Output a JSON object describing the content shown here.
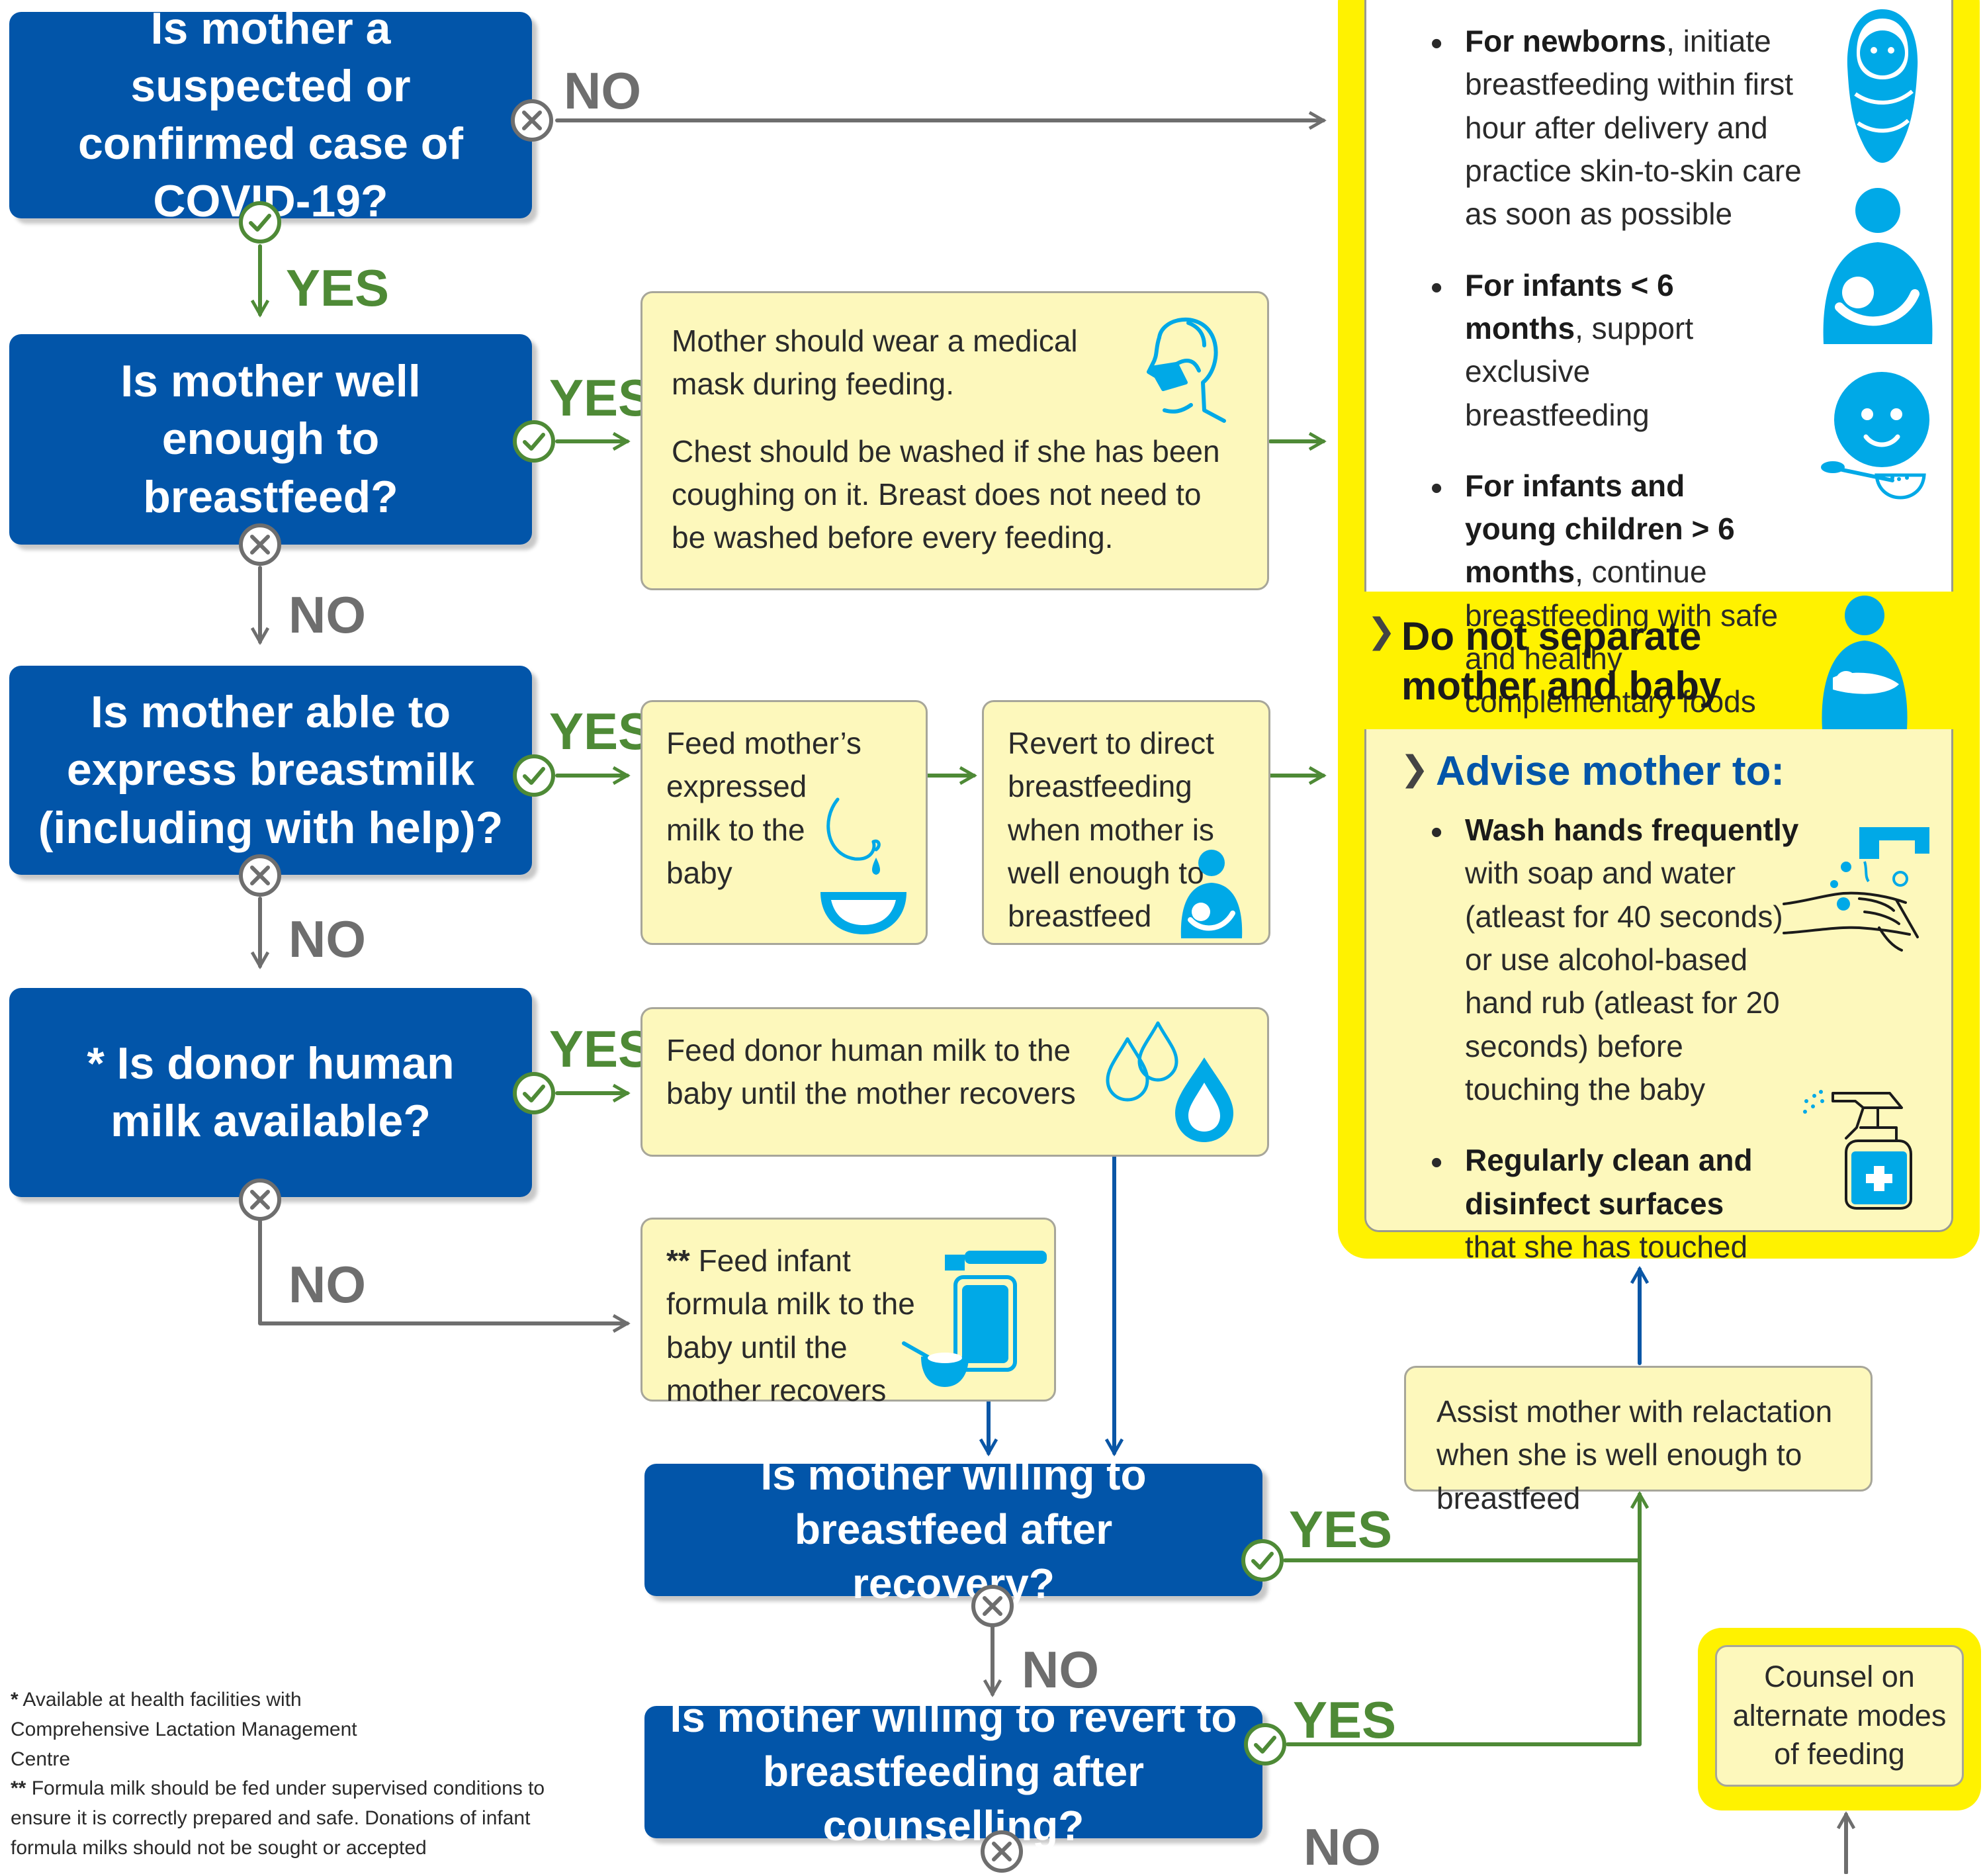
{
  "questions": {
    "q1": "Is mother a suspected or confirmed case of COVID-19?",
    "q2": "Is mother well enough to breastfeed?",
    "q3": "Is mother able to express breastmilk (including with help)?",
    "q4": "* Is donor human milk available?",
    "q5": "Is mother willing to breastfeed after recovery?",
    "q6": "Is mother willing to revert to breastfeeding after counselling?"
  },
  "labels": {
    "yes": "YES",
    "no": "NO"
  },
  "notes": {
    "mask_1": "Mother should wear a medical mask during feeding.",
    "mask_2": "Chest should be washed if she has been coughing on it. Breast does not need to be washed before every feeding.",
    "expressed": "Feed mother’s expressed milk to the baby",
    "revert": "Revert to direct breastfeeding when mother is well enough to breastfeed",
    "donor": "Feed donor human milk to the baby until the mother recovers",
    "formula_mark": "**",
    "formula": "Feed infant formula milk to the baby until the mother recovers",
    "relactation": "Assist mother with relactation when she is well enough to breastfeed",
    "counsel": "Counsel on alternate modes of feeding"
  },
  "panel": {
    "b1_bold": "For newborns",
    "b1_rest": ", initiate breastfeeding within first hour after delivery and practice skin-to-skin care as soon as possible",
    "b2_bold": "For infants < 6 months",
    "b2_rest": ", support exclusive breastfeeding",
    "b3_bold": "For infants and young children > 6 months",
    "b3_rest": ", continue breastfeeding with safe and healthy complementary foods",
    "separate": "Do not separate mother and baby",
    "advise": "Advise mother to:",
    "h1_bold": "Wash hands frequently",
    "h1_rest": " with soap and water (atleast for 40 seconds) or use alcohol-based hand rub (atleast for 20 seconds) before touching the baby",
    "h2_bold": "Regularly clean and disinfect surfaces",
    "h2_rest": " that she has touched"
  },
  "footnotes": {
    "f1_mark": "*",
    "f1": " Available at health facilities with Comprehensive Lactation Management Centre",
    "f2_mark": "**",
    "f2": " Formula milk should be fed under supervised conditions to ensure it is correctly prepared and safe. Donations of infant formula milks should not be sought or accepted"
  },
  "colors": {
    "question_blue": "#0255a9",
    "yes_green": "#4e8a36",
    "no_gray": "#6e6e6e",
    "note_yellow": "#fdf8bc",
    "panel_yellow": "#fff200",
    "icon_cyan": "#00a9e7"
  },
  "icons": [
    "newborn-icon",
    "breastfeeding-icon",
    "child-spoon-icon",
    "mother-baby-icon",
    "mask-profile-icon",
    "bowl-icon",
    "drops-icon",
    "formula-icon",
    "handwash-icon",
    "spray-bottle-icon"
  ]
}
